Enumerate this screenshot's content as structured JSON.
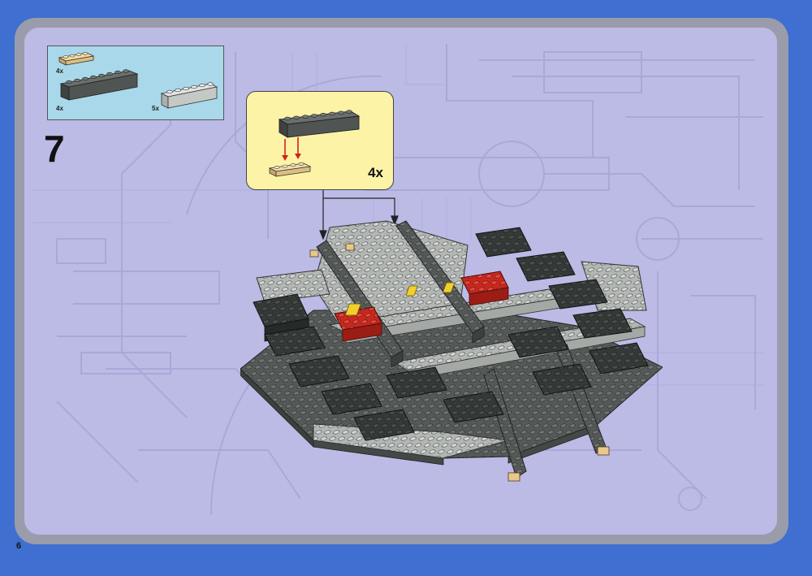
{
  "step": {
    "number": "7"
  },
  "parts_list": [
    {
      "name": "tan-plate-1x4",
      "quantity": "4x",
      "color": "#e8c98a"
    },
    {
      "name": "dark-gray-brick-1x8",
      "quantity": "4x",
      "color": "#4f5452"
    },
    {
      "name": "light-gray-brick-1x6",
      "quantity": "5x",
      "color": "#c7cbc8"
    }
  ],
  "callout": {
    "quantity": "4x"
  },
  "page": {
    "number": "6"
  },
  "colors": {
    "background": "#3f6fd0",
    "panel": "#bcbbe6",
    "parts_box": "#a9d8ea",
    "callout": "#fdf3a6",
    "dark_gray": "#4f5452",
    "light_gray": "#b9bdba",
    "red": "#c8281e",
    "yellow": "#f3cf2a"
  }
}
